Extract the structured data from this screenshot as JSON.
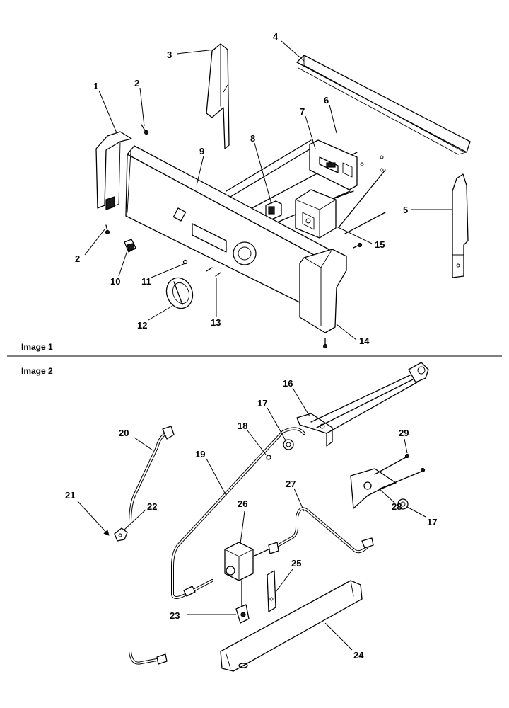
{
  "sections": [
    {
      "id": "image1",
      "label": "Image 1"
    },
    {
      "id": "image2",
      "label": "Image 2"
    }
  ],
  "callouts": {
    "c1": "1",
    "c2a": "2",
    "c2b": "2",
    "c3": "3",
    "c4": "4",
    "c5": "5",
    "c6": "6",
    "c7": "7",
    "c8": "8",
    "c9": "9",
    "c10": "10",
    "c11": "11",
    "c12": "12",
    "c13": "13",
    "c14": "14",
    "c15": "15",
    "c16": "16",
    "c17a": "17",
    "c17b": "17",
    "c18": "18",
    "c19": "19",
    "c20": "20",
    "c21": "21",
    "c22": "22",
    "c23": "23",
    "c24": "24",
    "c25": "25",
    "c26": "26",
    "c27": "27",
    "c28": "28",
    "c29": "29"
  }
}
